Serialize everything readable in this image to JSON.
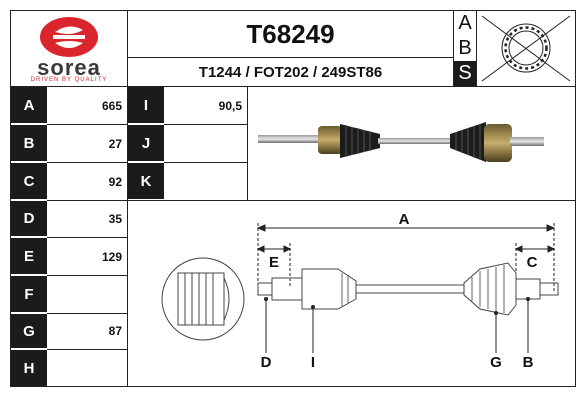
{
  "brand": {
    "name": "sorea",
    "tagline": "DRIVEN BY QUALITY",
    "color": "#d9252b"
  },
  "header": {
    "part_number": "T68249",
    "references": "T1244 / FOT202 / 249ST86",
    "abs_letters": [
      "A",
      "B",
      "S"
    ]
  },
  "specs": {
    "left": [
      {
        "label": "A",
        "value": "665"
      },
      {
        "label": "B",
        "value": "27"
      },
      {
        "label": "C",
        "value": "92"
      },
      {
        "label": "D",
        "value": "35"
      },
      {
        "label": "E",
        "value": "129"
      },
      {
        "label": "F",
        "value": ""
      },
      {
        "label": "G",
        "value": "87"
      },
      {
        "label": "H",
        "value": ""
      }
    ],
    "middle": [
      {
        "label": "I",
        "value": "90,5"
      },
      {
        "label": "J",
        "value": ""
      },
      {
        "label": "K",
        "value": ""
      }
    ]
  },
  "diagram": {
    "dim_a": "A",
    "dim_c": "C",
    "dim_e": "E",
    "callout_d": "D",
    "callout_i": "I",
    "callout_g": "G",
    "callout_b": "B"
  }
}
